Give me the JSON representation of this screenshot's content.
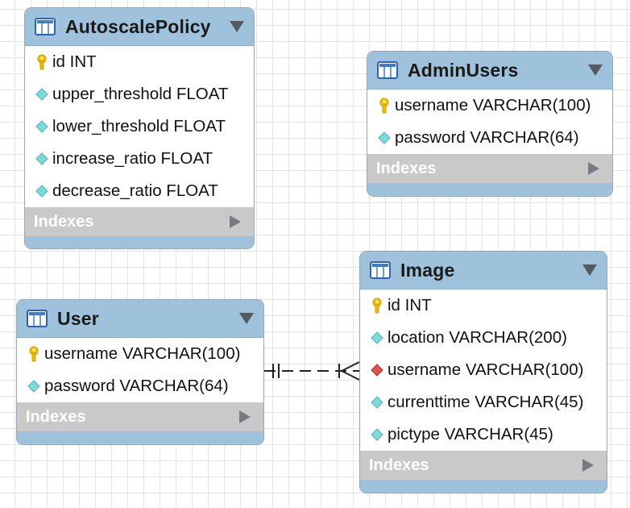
{
  "tables": {
    "autoscale": {
      "name": "AutoscalePolicy",
      "columns": [
        {
          "label": "id INT",
          "kind": "primary-key"
        },
        {
          "label": "upper_threshold FLOAT",
          "kind": "column"
        },
        {
          "label": "lower_threshold FLOAT",
          "kind": "column"
        },
        {
          "label": "increase_ratio FLOAT",
          "kind": "column"
        },
        {
          "label": "decrease_ratio FLOAT",
          "kind": "column"
        }
      ],
      "indexes_label": "Indexes"
    },
    "admin": {
      "name": "AdminUsers",
      "columns": [
        {
          "label": "username VARCHAR(100)",
          "kind": "primary-key"
        },
        {
          "label": "password VARCHAR(64)",
          "kind": "column"
        }
      ],
      "indexes_label": "Indexes"
    },
    "user": {
      "name": "User",
      "columns": [
        {
          "label": "username VARCHAR(100)",
          "kind": "primary-key"
        },
        {
          "label": "password VARCHAR(64)",
          "kind": "column"
        }
      ],
      "indexes_label": "Indexes"
    },
    "image": {
      "name": "Image",
      "columns": [
        {
          "label": "id INT",
          "kind": "primary-key"
        },
        {
          "label": "location VARCHAR(200)",
          "kind": "column"
        },
        {
          "label": "username VARCHAR(100)",
          "kind": "foreign-key"
        },
        {
          "label": "currenttime VARCHAR(45)",
          "kind": "column"
        },
        {
          "label": "pictype VARCHAR(45)",
          "kind": "column"
        }
      ],
      "indexes_label": "Indexes"
    }
  },
  "relationships": [
    {
      "from": "User",
      "to": "Image",
      "from_cardinality": "one-and-only-one",
      "to_cardinality": "one-or-many",
      "line": "dashed"
    }
  ],
  "colors": {
    "header": "#9ec1dc",
    "indexes_bar": "#c9c9c9",
    "primary_key": "#f0c000",
    "column": "#7fd8dc",
    "foreign_key": "#d9534f",
    "grid": "#e3e3e3"
  }
}
